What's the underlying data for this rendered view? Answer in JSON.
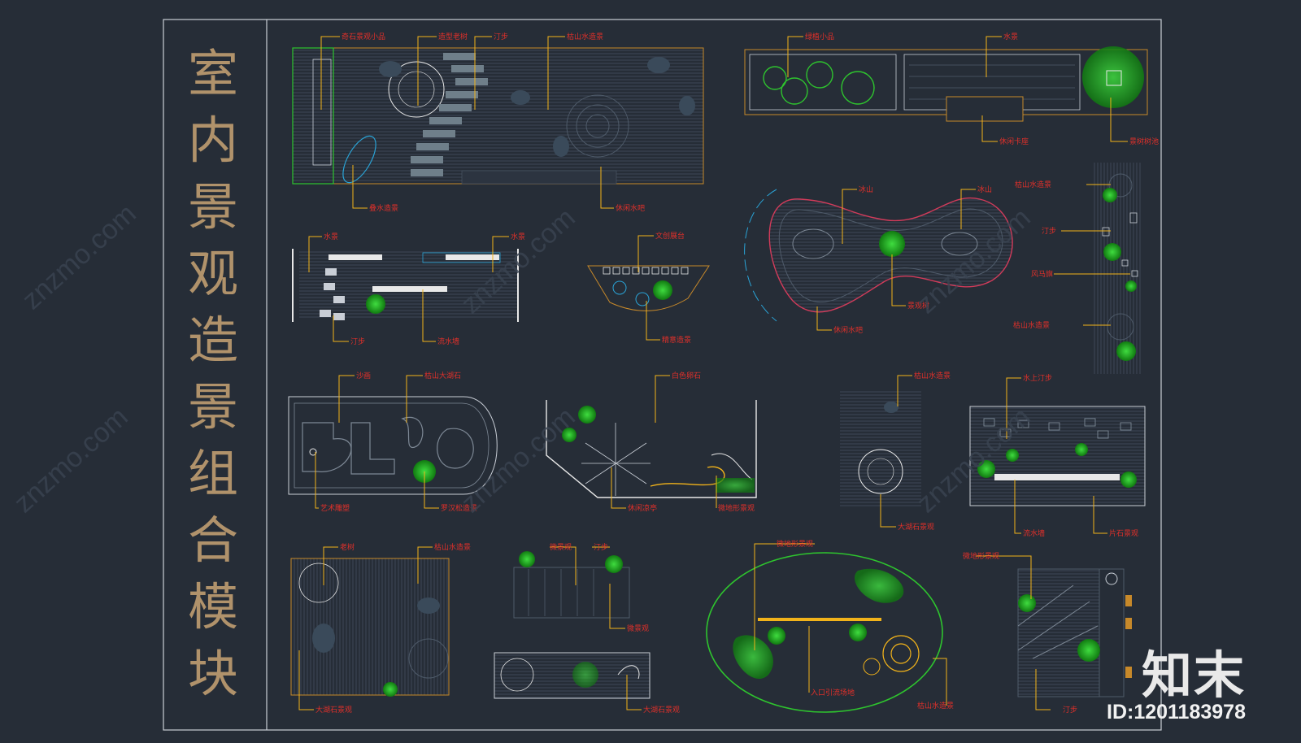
{
  "title_chars": [
    "室",
    "内",
    "景",
    "观",
    "造",
    "景",
    "组",
    "合",
    "模",
    "块"
  ],
  "watermark": "znzmo.com",
  "brand": "知末",
  "id_text": "ID:1201183978",
  "labels": {
    "l1": "奇石景观小品",
    "l2": "造型老树",
    "l3": "汀步",
    "l4": "枯山水造景",
    "l5": "叠水造景",
    "l6": "休闲水吧",
    "l7": "绿植小品",
    "l8": "水景",
    "l9": "休闲卡座",
    "l10": "景树树池",
    "l11": "水景",
    "l12": "水景",
    "l13": "汀步",
    "l14": "流水墙",
    "l15": "文创展台",
    "l16": "精意造景",
    "l17": "冰山",
    "l18": "冰山",
    "l19": "景观树",
    "l20": "休闲水吧",
    "l21": "枯山水造景",
    "l22": "汀步",
    "l23": "风马旗",
    "l24": "枯山水造景",
    "l25": "沙画",
    "l26": "枯山大湖石",
    "l27": "艺术雕塑",
    "l28": "罗汉松造景",
    "l29": "白色卵石",
    "l30": "休闲凉亭",
    "l31": "微地形景观",
    "l32": "枯山水造景",
    "l33": "大湖石景观",
    "l34": "水上汀步",
    "l35": "流水墙",
    "l36": "片石景观",
    "l37": "老树",
    "l38": "枯山水造景",
    "l39": "大湖石景观",
    "l40": "微景观",
    "l41": "汀步",
    "l42": "微景观",
    "l43": "大湖石景观",
    "l44": "微地形景观",
    "l45": "入口引流场地",
    "l46": "枯山水造景",
    "l47": "微地形景观",
    "l48": "汀步"
  },
  "colors": {
    "background": "#262d37",
    "frame": "#c9ced6",
    "accent": "#f2b31a",
    "label": "#e0302a",
    "tree": "#2ec42e",
    "water": "#2aa3d6",
    "title": "#b0926b"
  }
}
